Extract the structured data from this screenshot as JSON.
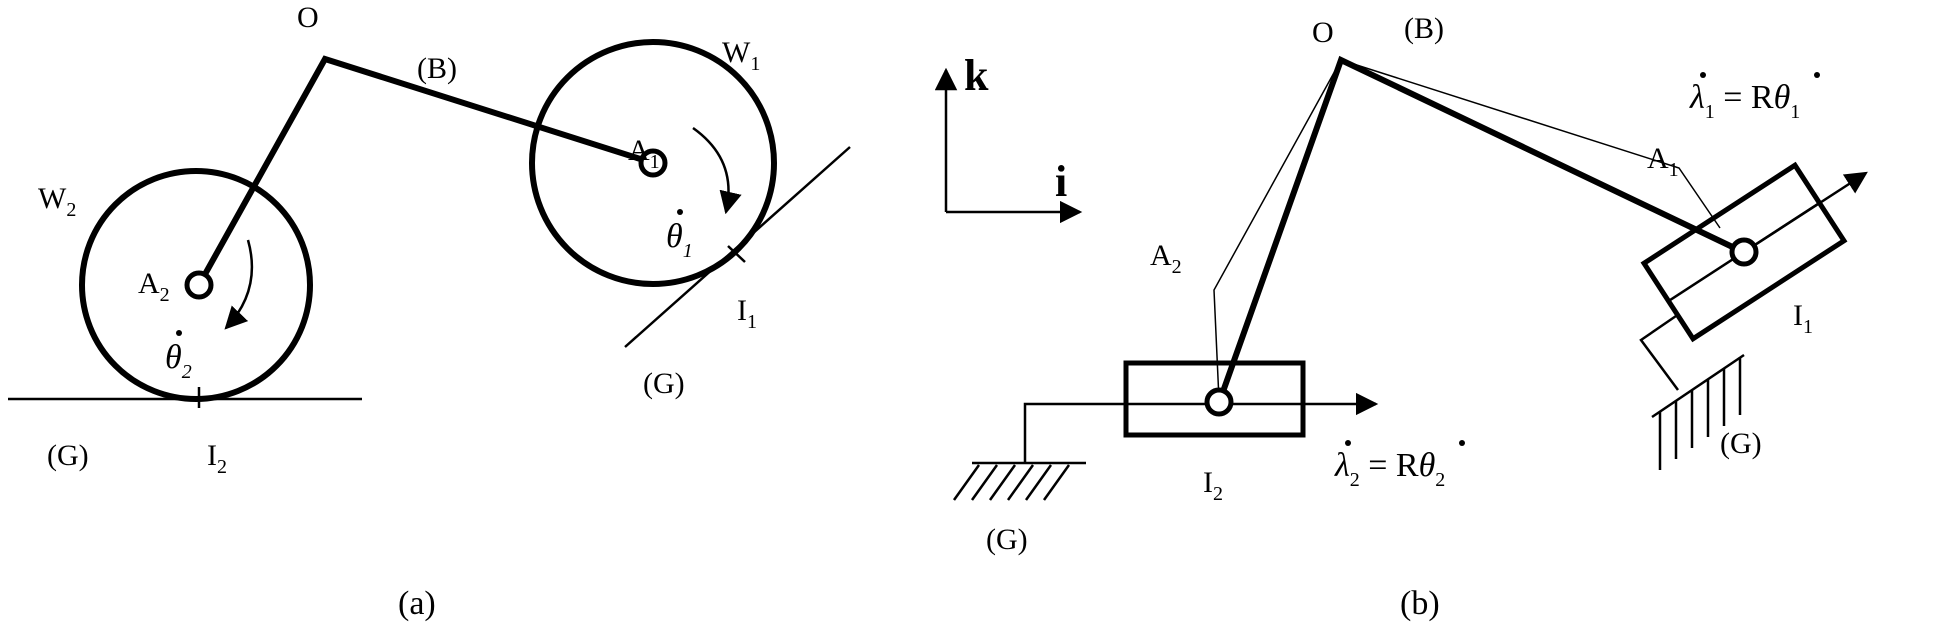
{
  "labels": {
    "O": "O",
    "B": "(B)",
    "W": "W",
    "A": "A",
    "G": "(G)",
    "I": "I",
    "sub1": "1",
    "sub2": "2",
    "k": "k",
    "i": "i",
    "theta": "θ",
    "lambda": "λ",
    "eqR": " = R",
    "a": "(a)",
    "b": "(b)"
  }
}
